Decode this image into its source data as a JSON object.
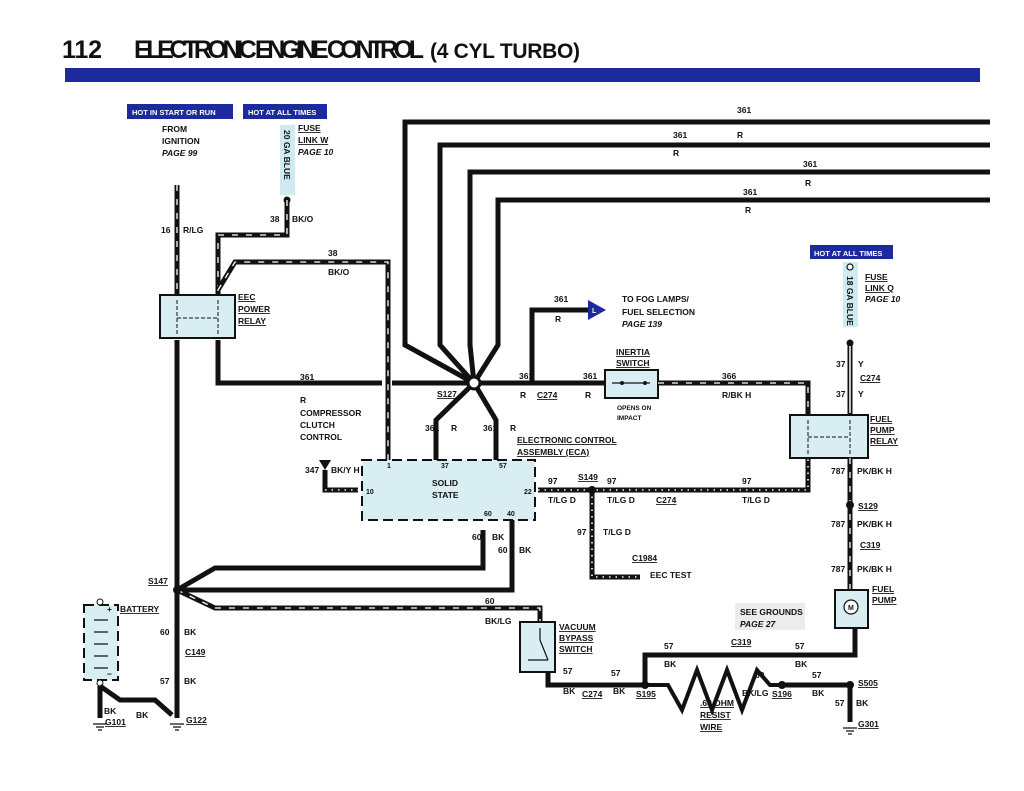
{
  "header": {
    "page_number": "112",
    "title": "ELECTRONIC ENGINE CONTROL",
    "subtitle": "(4 CYL TURBO)"
  },
  "colors": {
    "accent_bar": "#1c2a9e",
    "badge": "#1c2a9e",
    "component_fill": "#d9eef2",
    "fog_arrow": "#1c2a9e"
  },
  "badges": {
    "start_run": "HOT IN START OR RUN",
    "hot_all_1": "HOT AT ALL TIMES",
    "hot_all_2": "HOT AT ALL TIMES"
  },
  "labels": {
    "top1_c": "361",
    "top2_c": "361",
    "top2_r": "R",
    "top2_r2": "R",
    "top3_c": "361",
    "top3_r": "R",
    "top4_c": "361",
    "top4_r": "R",
    "from": "FROM",
    "ignition": "IGNITION",
    "page99": "PAGE 99",
    "fusew1": "FUSE",
    "fusew2": "LINK W",
    "fusew3": "PAGE 10",
    "ga20": "20 GA BLUE",
    "c16": "16",
    "rlg": "R/LG",
    "c38a": "38",
    "bko_a": "BK/O",
    "c38b": "38",
    "bko_b": "BK/O",
    "eec1": "EEC",
    "eec2": "POWER",
    "eec3": "RELAY",
    "h361": "361",
    "hR": "R",
    "comp1": "COMPRESSOR",
    "comp2": "CLUTCH",
    "comp3": "CONTROL",
    "s127": "S127",
    "r361a": "361",
    "rRa": "R",
    "c274a": "C274",
    "r361b": "361",
    "rRb": "R",
    "d361a": "361",
    "dRa": "R",
    "d361b": "361",
    "dRb": "R",
    "eca1": "ELECTRONIC CONTROL",
    "eca2": "ASSEMBLY (ECA)",
    "c347": "347",
    "bky": "BK/Y H",
    "pin1": "1",
    "pin37": "37",
    "pin57": "57",
    "pin10": "10",
    "pin22": "22",
    "pin60": "60",
    "pin40": "40",
    "solid1": "SOLID",
    "solid2": "STATE",
    "g60a": "60",
    "gbka": "BK",
    "g60b": "60",
    "gbkb": "BK",
    "c97a": "97",
    "tlga": "T/LG D",
    "s149": "S149",
    "c97b": "97",
    "tlgb": "T/LG D",
    "c274b": "C274",
    "c97c": "97",
    "tlgc": "T/LG D",
    "c97d": "97",
    "tlgd": "T/LG D",
    "c1984": "C1984",
    "eectest": "EEC TEST",
    "fog361": "361",
    "fogR": "R",
    "fog1": "TO FOG LAMPS/",
    "fog2": "FUEL SELECTION",
    "fog3": "PAGE 139",
    "in1": "INERTIA",
    "in2": "SWITCH",
    "op1": "OPENS ON",
    "op2": "IMPACT",
    "c366": "366",
    "rbk": "R/BK H",
    "fuseq1": "FUSE",
    "fuseq2": "LINK Q",
    "fuseq3": "PAGE 10",
    "ga18": "18 GA BLUE",
    "c37a": "37",
    "ya": "Y",
    "c274c": "C274",
    "c37b": "37",
    "yb": "Y",
    "fpr1": "FUEL",
    "fpr2": "PUMP",
    "fpr3": "RELAY",
    "c787a": "787",
    "pka": "PK/BK H",
    "s129": "S129",
    "c787b": "787",
    "pkb": "PK/BK H",
    "c319a": "C319",
    "c787c": "787",
    "pkc": "PK/BK H",
    "fp1": "FUEL",
    "fp2": "PUMP",
    "motor": "M",
    "sg1": "SEE GROUNDS",
    "sg2": "PAGE 27",
    "c57a": "57",
    "bka": "BK",
    "c319b": "C319",
    "c57b": "57",
    "bkb": "BK",
    "c57c": "57",
    "bkc": "BK",
    "c274d": "C274",
    "c57d": "57",
    "bkd": "BK",
    "s195": "S195",
    "c60r": "60",
    "bklg_r": "BK/LG",
    "s196": "S196",
    "c57e": "57",
    "bke": "BK",
    "s505": "S505",
    "c57f": "57",
    "bkf": "BK",
    "g301": "G301",
    "res1": ".68 OHM",
    "res2": "RESIST",
    "res3": "WIRE",
    "vac1": "VACUUM",
    "vac2": "BYPASS",
    "vac3": "SWITCH",
    "c60v": "60",
    "bklg_v": "BK/LG",
    "s147": "S147",
    "battery": "BATTERY",
    "plus": "+",
    "minus": "−",
    "c60g": "60",
    "bkg": "BK",
    "c149": "C149",
    "c57g": "57",
    "bkh": "BK",
    "bki": "BK",
    "bkj": "BK",
    "g101": "G101",
    "g122": "G122"
  }
}
